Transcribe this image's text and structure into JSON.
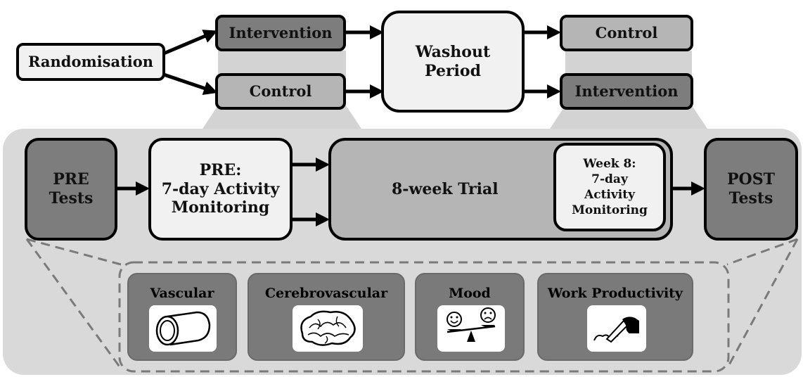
{
  "top": {
    "randomisation": "Randomisation",
    "arm1_first": "Intervention",
    "arm2_first": "Control",
    "washout_line1": "Washout",
    "washout_line2": "Period",
    "arm1_second": "Control",
    "arm2_second": "Intervention"
  },
  "flow": {
    "pre_tests_line1": "PRE",
    "pre_tests_line2": "Tests",
    "pre_monitor_line1": "PRE:",
    "pre_monitor_line2": "7-day Activity",
    "pre_monitor_line3": "Monitoring",
    "trial": "8-week Trial",
    "week8_line1": "Week 8:",
    "week8_line2": "7-day",
    "week8_line3": "Activity",
    "week8_line4": "Monitoring",
    "post_tests_line1": "POST",
    "post_tests_line2": "Tests"
  },
  "tests": [
    {
      "label": "Vascular",
      "icon": "artery-icon"
    },
    {
      "label": "Cerebrovascular",
      "icon": "brain-icon"
    },
    {
      "label": "Mood",
      "icon": "mood-scale-icon"
    },
    {
      "label": "Work Productivity",
      "icon": "writing-hand-icon"
    }
  ],
  "colors": {
    "light_box": "#f1f1f1",
    "mid_box": "#b5b5b5",
    "dark_box": "#7d7d7d",
    "panel": "#d9d9d9",
    "connector": "#d3d3d3"
  }
}
